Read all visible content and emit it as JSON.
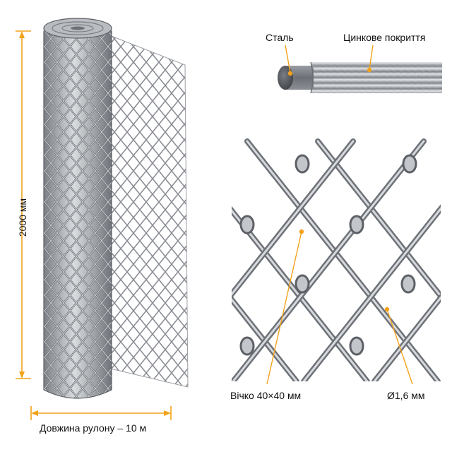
{
  "labels": {
    "height": "2000 мм",
    "roll_length": "Довжина рулону – 10 м",
    "steel": "Сталь",
    "coating": "Цинкове покриття",
    "mesh_cell": "Вічко 40×40 мм",
    "wire_diameter": "Ø1,6 мм"
  },
  "icons": {
    "roll": "mesh-roll-icon",
    "wire": "wire-cross-section-icon",
    "mesh": "mesh-closeup-icon"
  },
  "colors": {
    "accent": "#f2a21a",
    "metal": "#8e9196",
    "metal_light": "#c9ccd0",
    "metal_dark": "#5d6066",
    "text": "#111111"
  }
}
